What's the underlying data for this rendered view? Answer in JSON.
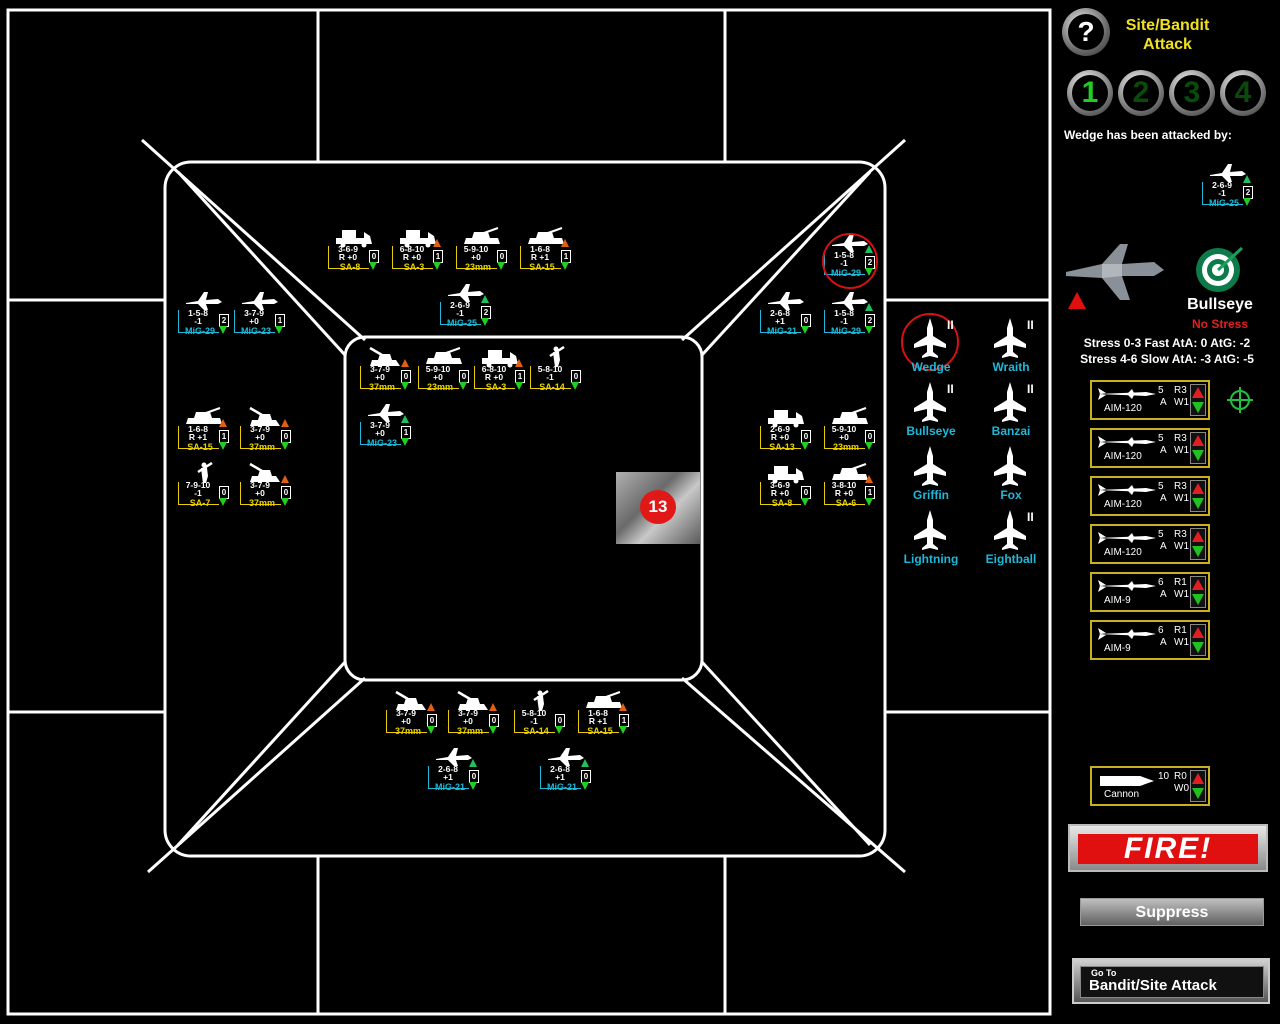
{
  "panel": {
    "help_label": "?",
    "title": "Site/Bandit Attack",
    "rounds": [
      "1",
      "2",
      "3",
      "4"
    ],
    "active_round": 0,
    "attacked_by": "Wedge has been attacked by:",
    "attacker": {
      "stats": "2-6-9",
      "mod": "-1",
      "count": "2",
      "name": "MiG-25"
    },
    "selected_pilot": "Bullseye",
    "stress_status": "No Stress",
    "stress_line1": "Stress 0-3 Fast AtA: 0 AtG: -2",
    "stress_line2": "Stress 4-6 Slow AtA: -3 AtG: -5",
    "weapons": [
      {
        "name": "AIM-120",
        "num": "5",
        "a": "A",
        "r": "R3",
        "w": "W1"
      },
      {
        "name": "AIM-120",
        "num": "5",
        "a": "A",
        "r": "R3",
        "w": "W1"
      },
      {
        "name": "AIM-120",
        "num": "5",
        "a": "A",
        "r": "R3",
        "w": "W1"
      },
      {
        "name": "AIM-120",
        "num": "5",
        "a": "A",
        "r": "R3",
        "w": "W1"
      },
      {
        "name": "AIM-9",
        "num": "6",
        "a": "A",
        "r": "R1",
        "w": "W1"
      },
      {
        "name": "AIM-9",
        "num": "6",
        "a": "A",
        "r": "R1",
        "w": "W1"
      }
    ],
    "cannon": {
      "name": "Cannon",
      "num": "10",
      "r": "R0",
      "w": "W0"
    },
    "fire_label": "FIRE!",
    "suppress_label": "Suppress",
    "goto_small": "Go To",
    "goto_big": "Bandit/Site Attack"
  },
  "pilots": [
    {
      "name": "Wedge",
      "mark": "II"
    },
    {
      "name": "Wraith",
      "mark": "II"
    },
    {
      "name": "Bullseye",
      "mark": "II"
    },
    {
      "name": "Banzai",
      "mark": "II"
    },
    {
      "name": "Griffin",
      "mark": ""
    },
    {
      "name": "Fox",
      "mark": ""
    },
    {
      "name": "Lightning",
      "mark": ""
    },
    {
      "name": "Eightball",
      "mark": "II"
    }
  ],
  "center_number": "13",
  "units": [
    {
      "kind": "ground",
      "sil": "truck",
      "l1": "3-6-9",
      "l2": "R +0",
      "name": "SA-8",
      "count": "0",
      "up": false
    },
    {
      "kind": "ground",
      "sil": "truck",
      "l1": "6-8-10",
      "l2": "R +0",
      "name": "SA-3",
      "count": "1",
      "up": true
    },
    {
      "kind": "ground",
      "sil": "tank",
      "l1": "5-9-10",
      "l2": "+0",
      "name": "23mm",
      "count": "0",
      "up": false
    },
    {
      "kind": "ground",
      "sil": "tank",
      "l1": "1-6-8",
      "l2": "R +1",
      "name": "SA-15",
      "count": "1",
      "up": true
    },
    {
      "kind": "air",
      "sil": "jet",
      "l1": "2-6-9",
      "l2": "-1",
      "name": "MiG-25",
      "count": "2",
      "up": true
    },
    {
      "kind": "air",
      "sil": "jet",
      "l1": "1-5-8",
      "l2": "-1",
      "name": "MiG-29",
      "count": "2",
      "up": false
    },
    {
      "kind": "air",
      "sil": "jet",
      "l1": "3-7-9",
      "l2": "+0",
      "name": "MiG-23",
      "count": "1",
      "up": false
    },
    {
      "kind": "ground",
      "sil": "gun",
      "l1": "3-7-9",
      "l2": "+0",
      "name": "37mm",
      "count": "0",
      "up": true
    },
    {
      "kind": "ground",
      "sil": "tank",
      "l1": "5-9-10",
      "l2": "+0",
      "name": "23mm",
      "count": "0",
      "up": false
    },
    {
      "kind": "ground",
      "sil": "truck",
      "l1": "6-8-10",
      "l2": "R +0",
      "name": "SA-3",
      "count": "1",
      "up": true
    },
    {
      "kind": "ground",
      "sil": "soldier",
      "l1": "5-8-10",
      "l2": "-1",
      "name": "SA-14",
      "count": "0",
      "up": false
    },
    {
      "kind": "air",
      "sil": "jet",
      "l1": "3-7-9",
      "l2": "+0",
      "name": "MiG-23",
      "count": "1",
      "up": true
    },
    {
      "kind": "air",
      "sil": "jet",
      "l1": "1-5-8",
      "l2": "-1",
      "name": "MiG-29",
      "count": "2",
      "up": true
    },
    {
      "kind": "air",
      "sil": "jet",
      "l1": "2-6-8",
      "l2": "+1",
      "name": "MiG-21",
      "count": "0",
      "up": false
    },
    {
      "kind": "air",
      "sil": "jet",
      "l1": "1-5-8",
      "l2": "-1",
      "name": "MiG-29",
      "count": "2",
      "up": true
    },
    {
      "kind": "ground",
      "sil": "tank",
      "l1": "1-6-8",
      "l2": "R +1",
      "name": "SA-15",
      "count": "1",
      "up": true
    },
    {
      "kind": "ground",
      "sil": "gun",
      "l1": "3-7-9",
      "l2": "+0",
      "name": "37mm",
      "count": "0",
      "up": true
    },
    {
      "kind": "ground",
      "sil": "soldier",
      "l1": "7-9-10",
      "l2": "-1",
      "name": "SA-7",
      "count": "0",
      "up": false
    },
    {
      "kind": "ground",
      "sil": "gun",
      "l1": "3-7-9",
      "l2": "+0",
      "name": "37mm",
      "count": "0",
      "up": true
    },
    {
      "kind": "ground",
      "sil": "truck",
      "l1": "2-6-9",
      "l2": "R +0",
      "name": "SA-13",
      "count": "0",
      "up": false
    },
    {
      "kind": "ground",
      "sil": "tank",
      "l1": "5-9-10",
      "l2": "+0",
      "name": "23mm",
      "count": "0",
      "up": false
    },
    {
      "kind": "ground",
      "sil": "truck",
      "l1": "3-6-9",
      "l2": "R +0",
      "name": "SA-8",
      "count": "0",
      "up": false
    },
    {
      "kind": "ground",
      "sil": "tank",
      "l1": "3-8-10",
      "l2": "R +0",
      "name": "SA-6",
      "count": "1",
      "up": true
    },
    {
      "kind": "ground",
      "sil": "gun",
      "l1": "3-7-9",
      "l2": "+0",
      "name": "37mm",
      "count": "0",
      "up": true
    },
    {
      "kind": "ground",
      "sil": "gun",
      "l1": "3-7-9",
      "l2": "+0",
      "name": "37mm",
      "count": "0",
      "up": true
    },
    {
      "kind": "ground",
      "sil": "soldier",
      "l1": "5-8-10",
      "l2": "-1",
      "name": "SA-14",
      "count": "0",
      "up": false
    },
    {
      "kind": "ground",
      "sil": "tank",
      "l1": "1-6-8",
      "l2": "R +1",
      "name": "SA-15",
      "count": "1",
      "up": true
    },
    {
      "kind": "air",
      "sil": "jet",
      "l1": "2-6-8",
      "l2": "+1",
      "name": "MiG-21",
      "count": "0",
      "up": true
    },
    {
      "kind": "air",
      "sil": "jet",
      "l1": "2-6-8",
      "l2": "+1",
      "name": "MiG-21",
      "count": "0",
      "up": true
    }
  ]
}
